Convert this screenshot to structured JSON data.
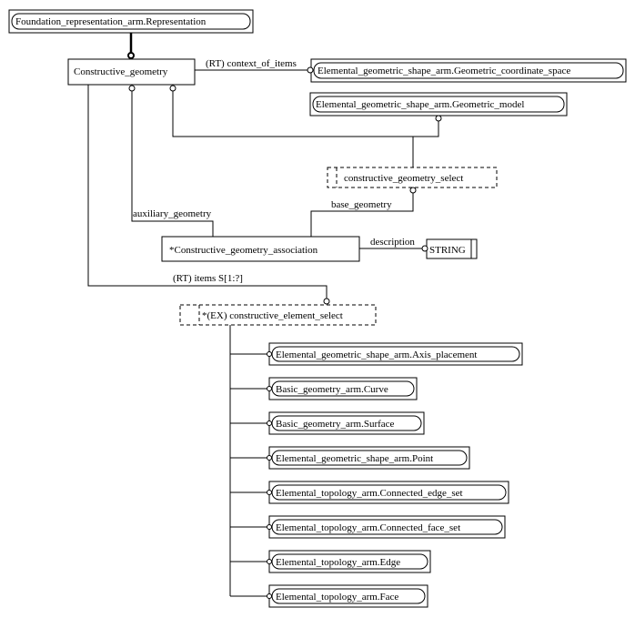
{
  "entities": {
    "foundation": "Foundation_representation_arm.Representation",
    "constructive_geometry": "Constructive_geometry",
    "coordinate_space": "Elemental_geometric_shape_arm.Geometric_coordinate_space",
    "geometric_model": "Elemental_geometric_shape_arm.Geometric_model",
    "constructive_geometry_select": "constructive_geometry_select",
    "association": "*Constructive_geometry_association",
    "string_type": "STRING",
    "element_select": "*(EX) constructive_element_select",
    "axis_placement": "Elemental_geometric_shape_arm.Axis_placement",
    "curve": "Basic_geometry_arm.Curve",
    "surface": "Basic_geometry_arm.Surface",
    "point": "Elemental_geometric_shape_arm.Point",
    "connected_edge_set": "Elemental_topology_arm.Connected_edge_set",
    "connected_face_set": "Elemental_topology_arm.Connected_face_set",
    "edge": "Elemental_topology_arm.Edge",
    "face": "Elemental_topology_arm.Face"
  },
  "relations": {
    "context_of_items": "(RT) context_of_items",
    "auxiliary_geometry": "auxiliary_geometry",
    "base_geometry": "base_geometry",
    "description": "description",
    "items": "(RT) items S[1:?]"
  }
}
